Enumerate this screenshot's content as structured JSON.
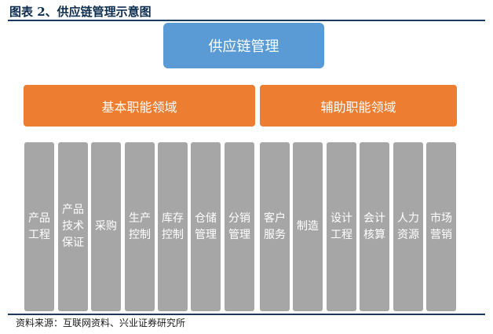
{
  "figure_title": "图表 2、供应链管理示意图",
  "root": "供应链管理",
  "domains": [
    {
      "label": "基本职能领域",
      "items": [
        "产品\n工程",
        "产品\n技术\n保证",
        "采购",
        "生产\n控制",
        "库存\n控制",
        "仓储\n管理",
        "分销\n管理"
      ]
    },
    {
      "label": "辅助职能领域",
      "items": [
        "客户\n服务",
        "制造",
        "设计\n工程",
        "会计\n核算",
        "人力\n资源",
        "市场\n营销"
      ]
    }
  ],
  "source": "资料来源：互联网资料、兴业证券研究所",
  "colors": {
    "root_box": "#5b9bd5",
    "domain_box": "#ed7d31",
    "item_box": "#a6a6a6",
    "title_text": "#0d2d4f"
  }
}
